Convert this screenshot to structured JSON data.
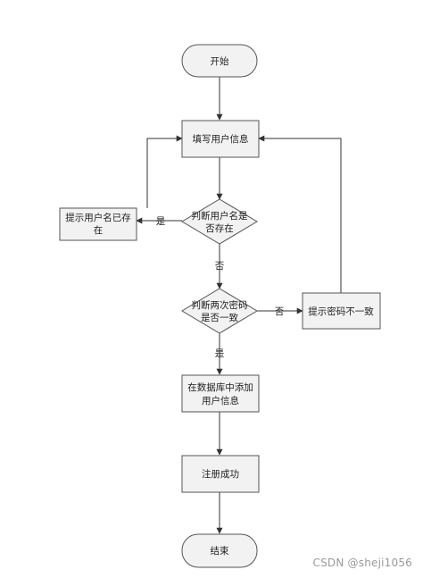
{
  "nodes": {
    "start": "开始",
    "fill_info": "填写用户信息",
    "check_username_l1": "判断用户名是",
    "check_username_l2": "否存在",
    "username_exists_l1": "提示用户名已存",
    "username_exists_l2": "在",
    "check_password_l1": "判断两次密码",
    "check_password_l2": "是否一致",
    "password_mismatch": "提示密码不一致",
    "add_to_db_l1": "在数据库中添加",
    "add_to_db_l2": "用户信息",
    "register_success": "注册成功",
    "end": "结束"
  },
  "edge_labels": {
    "username_yes": "是",
    "username_no": "否",
    "password_no": "否",
    "password_yes": "是"
  },
  "watermark": "CSDN @sheji1056",
  "colors": {
    "node_fill": "#f2f2f2",
    "node_stroke": "#555555",
    "edge": "#333333"
  }
}
